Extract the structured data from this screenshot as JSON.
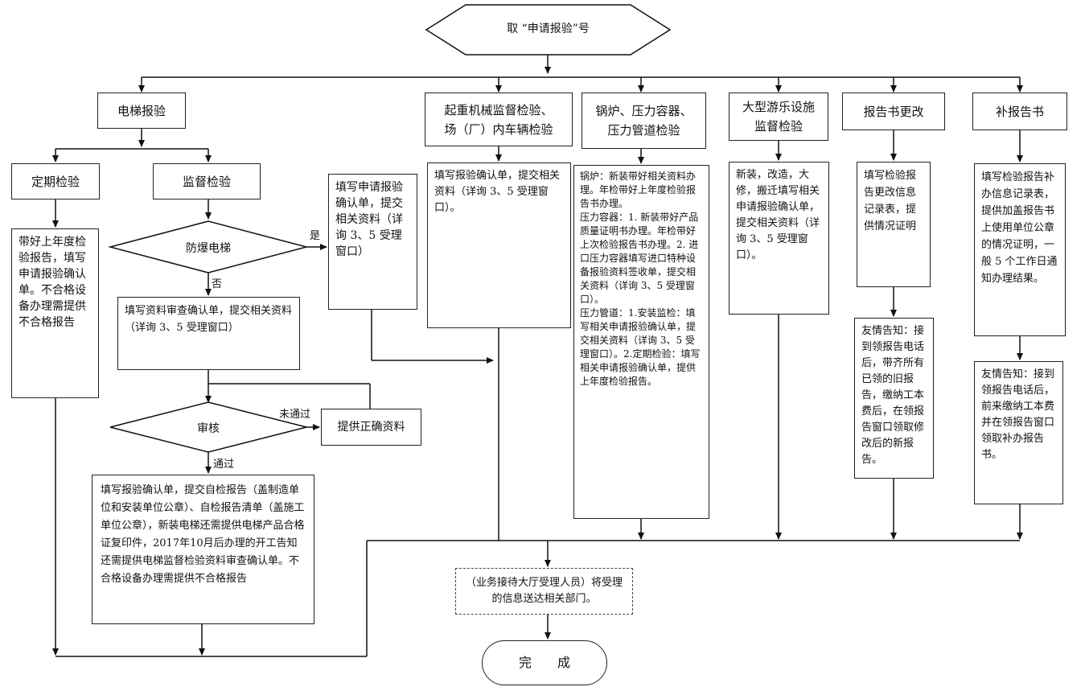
{
  "start": "取 “申请报验”号",
  "categories": {
    "elevator": "电梯报验",
    "crane": "起重机械监督检验、\n场（厂）内车辆检验",
    "boiler": "锅炉、压力容器、\n压力管道检验",
    "amusement": "大型游乐设施\n监督检验",
    "report_change": "报告书更改",
    "report_reissue": "补报告书"
  },
  "elevator": {
    "periodic": "定期检验",
    "supervision": "监督检验",
    "periodic_steps": "带好上年度检验报告，填写申请报验确认单。不合格设备办理需提供不合格报告",
    "explosion_proof": "防爆电梯",
    "yes": "是",
    "no": "否",
    "explosion_steps": "填写申请报验确认单，提交相关资料（详询 3、5 受理窗口）",
    "review_form": "填写资料审查确认单，提交相关资料（详询 3、5 受理窗口）",
    "audit": "审核",
    "not_passed": "未通过",
    "passed": "通过",
    "provide_correct": "提供正确资料",
    "final_steps": "填写报验确认单，提交自检报告（盖制造单位和安装单位公章）、自检报告清单（盖施工单位公章），新装电梯还需提供电梯产品合格证复印件，2017年10月后办理的开工告知还需提供电梯监督检验资料审查确认单。不合格设备办理需提供不合格报告"
  },
  "crane_steps": "填写报验确认单，提交相关资料（详询 3、5 受理窗口）。",
  "boiler_steps": "锅炉：新装带好相关资料办理。年检带好上年度检验报告书办理。\n压力容器：1. 新装带好产品质量证明书办理。年检带好上次检验报告书办理。2. 进口压力容器填写进口特种设备报验资料签收单，提交相关资料（详询 3、5 受理窗口）。\n压力管道：1.安装监检：填写相关申请报验确认单，提交相关资料（详询 3、5 受理窗口）。2.定期检验：填写相关申请报验确认单，提供上年度检验报告。",
  "amusement_steps": "新装，改造，大修，搬迁填写相关申请报验确认单，提交相关资料（详询 3、5 受理窗口）。",
  "change_steps": "填写检验报告更改信息记录表，提供情况证明",
  "change_notice": "友情告知：接到领报告电话后，带齐所有已领的旧报告，缴纳工本费后，在领报告窗口领取修改后的新报告。",
  "reissue_steps": "填写检验报告补办信息记录表，提供加盖报告书上使用单位公章的情况证明，一般 5 个工作日通知办理结果。",
  "reissue_notice": "友情告知：接到领报告电话后，前来缴纳工本费并在领报告窗口领取补办报告书。",
  "handover": "（业务接待大厅受理人员）将受理的信息送达相关部门。",
  "finish": "完　　成"
}
